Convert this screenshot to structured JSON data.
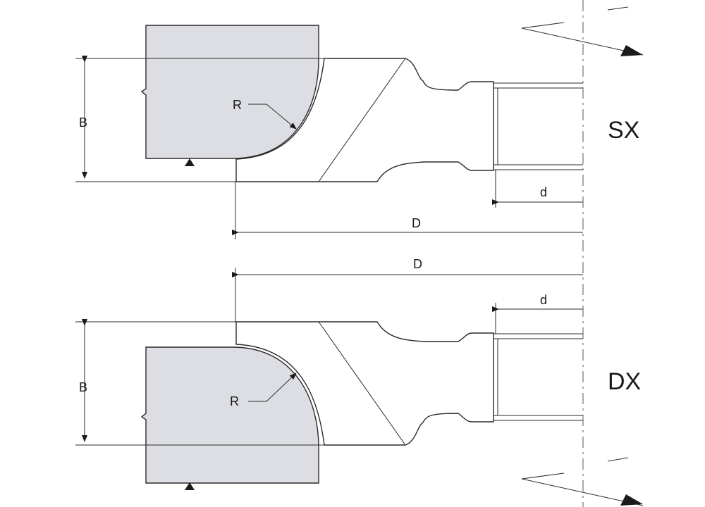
{
  "views": [
    {
      "variant_label": "SX",
      "dimensions": {
        "width_label": "B",
        "radius_label": "R",
        "bore_label": "d",
        "outer_label": "D"
      }
    },
    {
      "variant_label": "DX",
      "dimensions": {
        "width_label": "B",
        "radius_label": "R",
        "bore_label": "d",
        "outer_label": "D"
      }
    }
  ],
  "colors": {
    "workpiece_fill": "#dcdee3",
    "line": "#2a2a2a"
  }
}
